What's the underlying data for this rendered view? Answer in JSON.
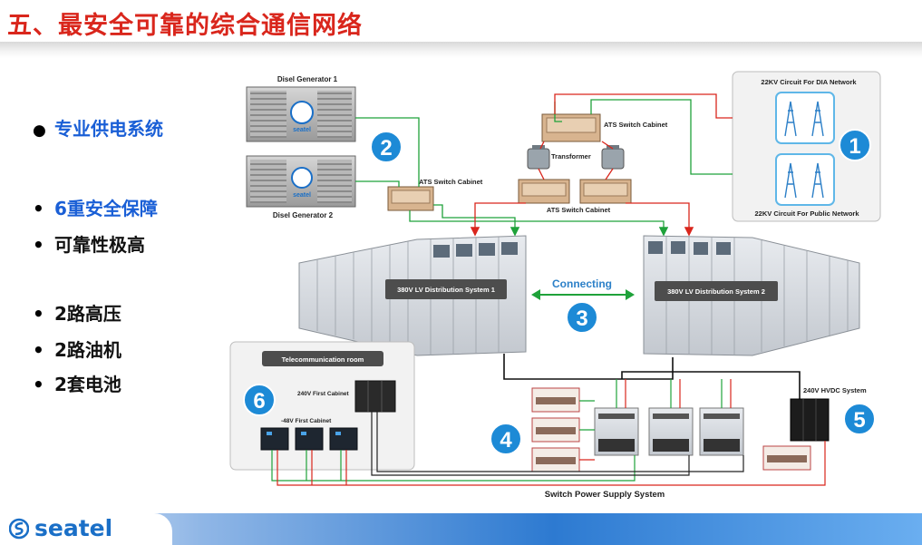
{
  "title": "五、最安全可靠的综合通信网络",
  "bullets": [
    {
      "text": "专业供电系统",
      "style": "big",
      "color": "blue"
    },
    {
      "text": "6重安全保障",
      "style": "sm",
      "color": "blue"
    },
    {
      "text": "可靠性极高",
      "style": "sm",
      "color": "black"
    },
    {
      "text": "2路高压",
      "style": "sm",
      "color": "black"
    },
    {
      "text": "2路油机",
      "style": "sm",
      "color": "black"
    },
    {
      "text": "2套电池",
      "style": "sm",
      "color": "black"
    }
  ],
  "diagram": {
    "gen1": "Disel Generator 1",
    "gen2": "Disel Generator 2",
    "gen_brand": "seatel",
    "ats_left": "ATS Switch Cabinet",
    "ats_top": "ATS Switch Cabinet",
    "ats_bottom": "ATS Switch Cabinet",
    "transformer": "Transformer",
    "circuit_dia": "22KV Circuit For DIA Network",
    "circuit_public": "22KV Circuit For Public Network",
    "lv1": "380V LV Distribution System 1",
    "lv2": "380V LV Distribution System 2",
    "connecting": "Connecting",
    "telecom_room": "Telecommunication room",
    "cab_240": "240V First Cabinet",
    "cab_48": "-48V First Cabinet",
    "hvdc": "240V HVDC System",
    "switch_ps": "Switch Power Supply System",
    "badges": [
      "1",
      "2",
      "3",
      "4",
      "5",
      "6"
    ]
  },
  "footer": {
    "logo": "seatel"
  },
  "colors": {
    "title": "#d9261c",
    "accent": "#1a5fd6",
    "badge": "#1d8ad6",
    "line_green": "#1fa23a",
    "line_red": "#d9261c"
  }
}
